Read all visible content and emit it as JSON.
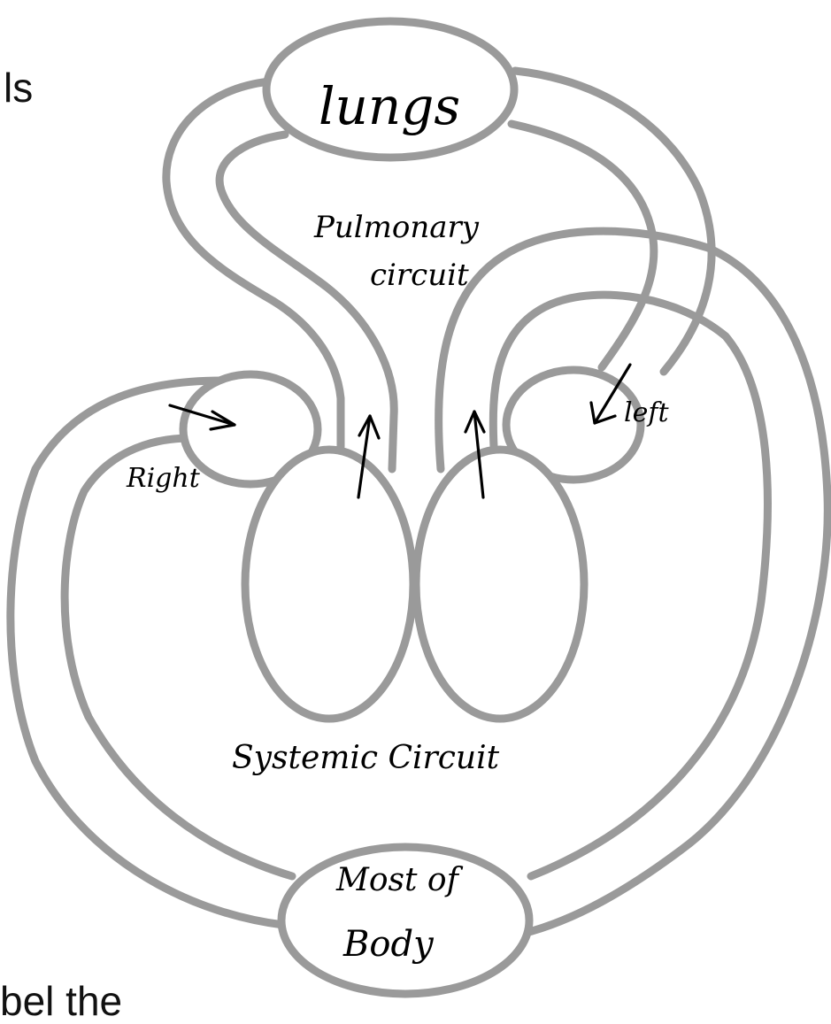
{
  "cut_text": {
    "top_right": "ls",
    "bottom_left": "bel the"
  },
  "labels": {
    "lungs": "lungs",
    "pulmonary_line1": "Pulmonary",
    "pulmonary_line2": "circuit",
    "right": "Right",
    "left": "left",
    "systemic": "Systemic Circuit",
    "body_line1": "Most of",
    "body_line2": "Body"
  },
  "colors": {
    "vessel_stroke": "#9a9a9a",
    "ink": "#000000",
    "background": "#ffffff"
  }
}
